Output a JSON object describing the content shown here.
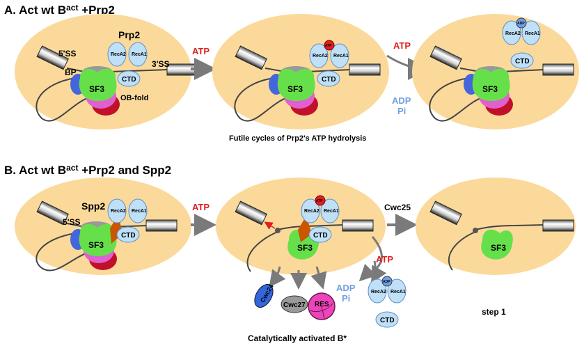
{
  "section_a": {
    "title_prefix": "A. Act wt B",
    "title_sup": "act",
    "title_suffix": " +Prp2",
    "panel1": {
      "prp2": "Prp2",
      "recA2": "RecA2",
      "recA1": "RecA1",
      "ss5": "5'SS",
      "ss3": "3'SS",
      "bp": "BP",
      "sf3": "SF3",
      "ctd": "CTD",
      "obfold": "OB-fold"
    },
    "arrow1_atp": "ATP",
    "panel2": {
      "atp": "ATP",
      "recA2": "RecA2",
      "recA1": "RecA1",
      "ctd": "CTD",
      "sf3": "SF3"
    },
    "arrow2_atp": "ATP",
    "arrow2_adp": "ADP",
    "arrow2_pi": "Pi",
    "panel3": {
      "adp": "ADP",
      "recA2": "RecA2",
      "recA1": "RecA1",
      "ctd": "CTD",
      "sf3": "SF3"
    },
    "caption": "Futile cycles of Prp2's ATP hydrolysis"
  },
  "section_b": {
    "title_prefix": "B. Act wt B",
    "title_sup": "act",
    "title_suffix": " +Prp2 and Spp2",
    "panel1": {
      "spp2": "Spp2",
      "recA2": "RecA2",
      "recA1": "RecA1",
      "ss5": "5'SS",
      "sf3": "SF3",
      "ctd": "CTD"
    },
    "arrow1_atp": "ATP",
    "panel2": {
      "atp": "ATP",
      "recA2": "RecA2",
      "recA1": "RecA1",
      "ctd": "CTD",
      "sf3": "SF3"
    },
    "released": {
      "cwc24": "Cwc24",
      "cwc27": "Cwc27",
      "res": "RES"
    },
    "release_atp": "ATP",
    "release_adp": "ADP",
    "release_pi": "Pi",
    "prp2_free": {
      "adp": "ADP",
      "recA2": "RecA2",
      "recA1": "RecA1",
      "ctd": "CTD"
    },
    "arrow2_label": "Cwc25",
    "panel3": {
      "sf3": "SF3"
    },
    "step": "step 1",
    "caption": "Catalytically activated B*"
  },
  "colors": {
    "nucleus": "#fbd99a",
    "sf3": "#66e04a",
    "recA": "#bfe0f7",
    "atp_red": "#e02020",
    "adp_blue": "#6fa0e0",
    "arrow_gray": "#7a7a7a",
    "spp2": "#cc5500",
    "cwc24": "#3366dd",
    "res": "#ee44bb"
  }
}
